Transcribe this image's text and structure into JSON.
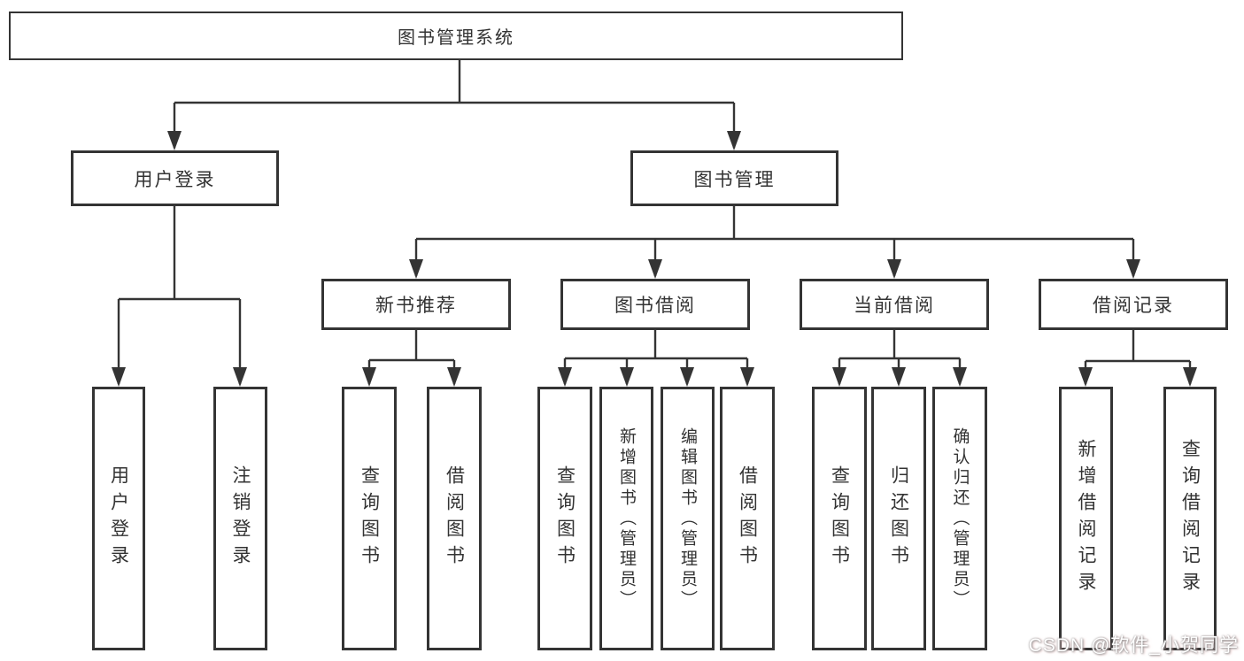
{
  "diagram": {
    "root": {
      "label": "图书管理系统"
    },
    "children": [
      {
        "label": "用户登录",
        "children": [
          {
            "label": "用户登录"
          },
          {
            "label": "注销登录"
          }
        ]
      },
      {
        "label": "图书管理",
        "children": [
          {
            "label": "新书推荐",
            "children": [
              {
                "label": "查询图书"
              },
              {
                "label": "借阅图书"
              }
            ]
          },
          {
            "label": "图书借阅",
            "children": [
              {
                "label": "查询图书"
              },
              {
                "label": "新增图书（管理员）"
              },
              {
                "label": "编辑图书（管理员）"
              },
              {
                "label": "借阅图书"
              }
            ]
          },
          {
            "label": "当前借阅",
            "children": [
              {
                "label": "查询图书"
              },
              {
                "label": "归还图书"
              },
              {
                "label": "确认归还（管理员）"
              }
            ]
          },
          {
            "label": "借阅记录",
            "children": [
              {
                "label": "新增借阅记录"
              },
              {
                "label": "查询借阅记录"
              }
            ]
          }
        ]
      }
    ]
  },
  "watermark": {
    "text": "CSDN @软件_小贺同学"
  },
  "colors": {
    "line": "#343434",
    "box_border": "#343434",
    "text": "#333333",
    "background": "#ffffff",
    "watermark_text": "#ffffff"
  }
}
